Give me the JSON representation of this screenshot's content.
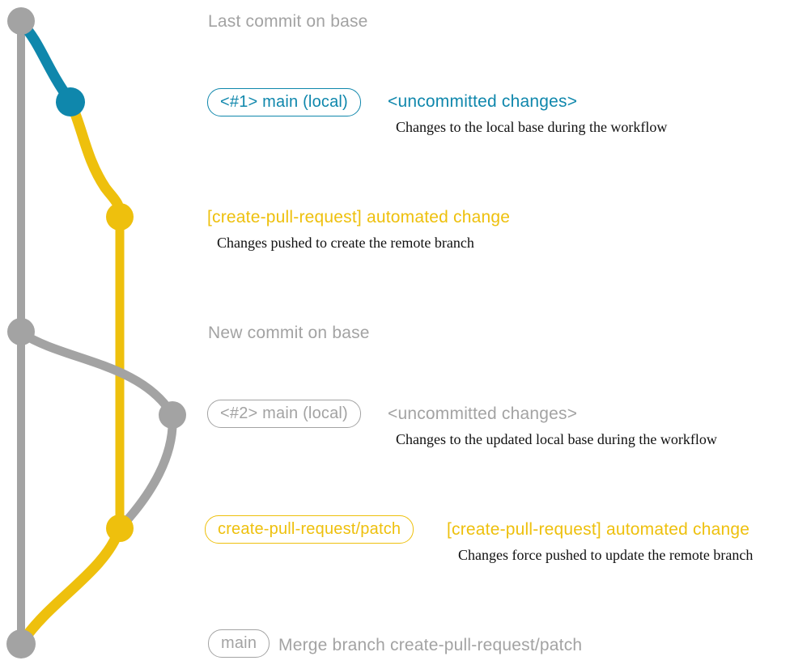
{
  "colors": {
    "gray": "#a3a3a3",
    "blue": "#0f87ac",
    "yellow": "#eec00d",
    "ink": "#101010"
  },
  "graph": {
    "nodes": [
      {
        "name": "last-commit-on-base",
        "color": "gray"
      },
      {
        "name": "main-local-1",
        "color": "blue"
      },
      {
        "name": "automated-change-1",
        "color": "yellow"
      },
      {
        "name": "new-commit-on-base",
        "color": "gray"
      },
      {
        "name": "main-local-2",
        "color": "gray"
      },
      {
        "name": "automated-change-2",
        "color": "yellow"
      },
      {
        "name": "merge-commit",
        "color": "gray"
      }
    ]
  },
  "rows": {
    "r1": {
      "title": "Last commit on base"
    },
    "r2": {
      "badge": "<#1> main (local)",
      "title": "<uncommitted changes>",
      "desc": "Changes to the local base during the workflow"
    },
    "r3": {
      "title": "[create-pull-request] automated change",
      "desc": "Changes pushed to create the remote branch"
    },
    "r4": {
      "title": "New commit on base"
    },
    "r5": {
      "badge": "<#2> main (local)",
      "title": "<uncommitted changes>",
      "desc": "Changes to the updated local base during the workflow"
    },
    "r6": {
      "badge": "create-pull-request/patch",
      "title": "[create-pull-request] automated change",
      "desc": "Changes force pushed to update the remote branch"
    },
    "r7": {
      "badge": "main",
      "title": "Merge branch create-pull-request/patch"
    }
  }
}
